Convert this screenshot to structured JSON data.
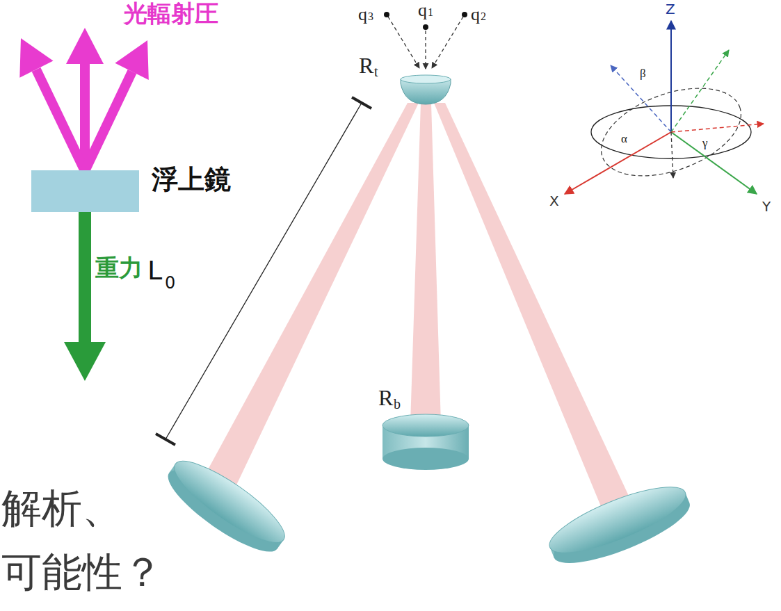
{
  "diagram": {
    "nodes": [
      {
        "text": [
          "浮上鏡"
        ]
      }
    ],
    "labels": [
      "光輻射圧",
      "重力",
      "L",
      "0",
      "q",
      "1",
      "q",
      "3",
      "q",
      "2",
      "R",
      "t",
      "R",
      "b",
      "Z",
      "X",
      "Y",
      "α",
      "β",
      "γ",
      "解析、",
      "可能性？"
    ]
  }
}
